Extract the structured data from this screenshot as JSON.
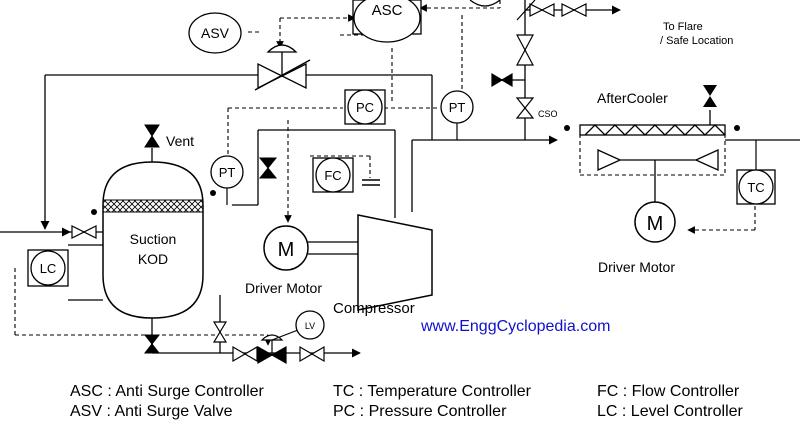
{
  "instruments": {
    "asc": "ASC",
    "asv": "ASV",
    "pc": "PC",
    "pt_top": "PT",
    "pt_kod": "PT",
    "fc": "FC",
    "lc": "LC",
    "lv": "LV",
    "tc": "TC"
  },
  "labels": {
    "vent": "Vent",
    "suction_kod_line1": "Suction",
    "suction_kod_line2": "KOD",
    "driver_motor_compressor": "Driver Motor",
    "compressor": "Compressor",
    "aftercooler": "AfterCooler",
    "driver_motor_fan": "Driver Motor",
    "to_flare_line1": "To Flare",
    "to_flare_line2": "/ Safe Location",
    "cso": "CSO",
    "motor_symbol": "M"
  },
  "website": "www.EnggCyclopedia.com",
  "legend": [
    {
      "text": "ASC : Anti Surge Controller"
    },
    {
      "text": "TC : Temperature Controller"
    },
    {
      "text": "FC : Flow Controller"
    },
    {
      "text": "ASV : Anti Surge Valve"
    },
    {
      "text": "PC : Pressure Controller"
    },
    {
      "text": "LC : Level Controller"
    }
  ]
}
